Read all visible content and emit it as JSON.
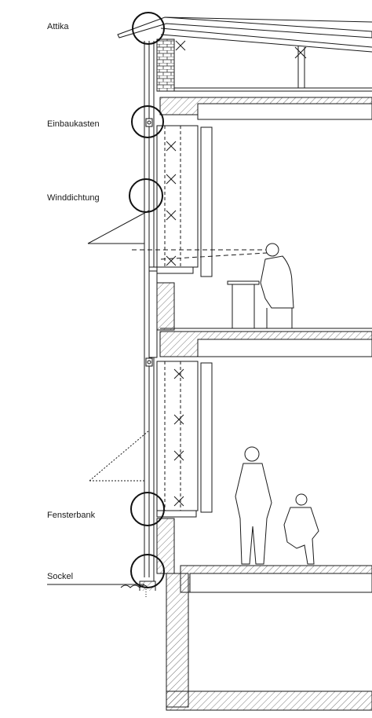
{
  "labels": {
    "attika": "Attika",
    "einbaukasten": "Einbaukasten",
    "winddichtung": "Winddichtung",
    "fensterbank": "Fensterbank",
    "sockel": "Sockel"
  },
  "colors": {
    "line": "#1a1a1a",
    "hatch": "#555555",
    "background": "#ffffff"
  }
}
